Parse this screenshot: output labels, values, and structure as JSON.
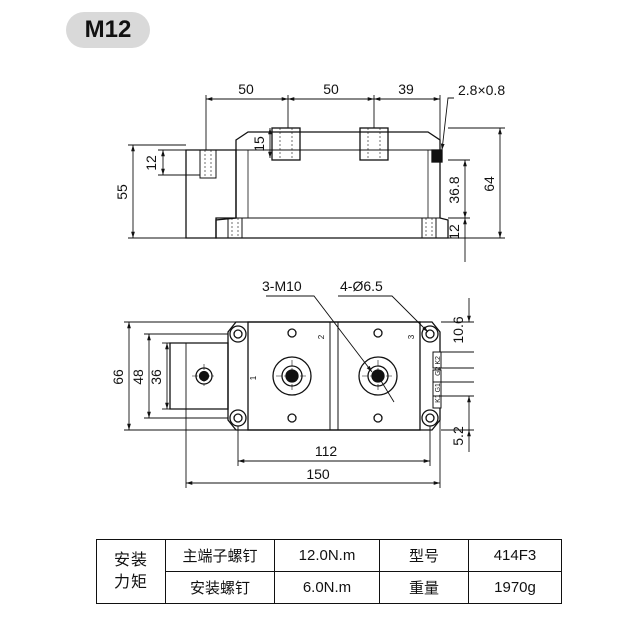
{
  "badge": "M12",
  "side_view": {
    "dims": {
      "d50a": "50",
      "d50b": "50",
      "d39": "39",
      "terminal": "2.8×0.8",
      "d12_left": "12",
      "d15": "15",
      "d55": "55",
      "d36_8": "36.8",
      "d64": "64",
      "d12_right": "12"
    }
  },
  "top_view": {
    "callouts": {
      "threads": "3-M10",
      "holes": "4-Ø6.5"
    },
    "dims": {
      "d66": "66",
      "d48": "48",
      "d36": "36",
      "d10_6": "10.6",
      "d5_2": "5.2",
      "d112": "112",
      "d150": "150"
    },
    "pin_labels": {
      "t1": "1",
      "t2": "2",
      "t3": "3",
      "g2k2": "G2 K2",
      "k1g1": "K1 G1"
    }
  },
  "table": {
    "merged_label_line1": "安装",
    "merged_label_line2": "力矩",
    "rows": [
      {
        "name": "主端子螺钉",
        "torque": "12.0N.m",
        "key": "型号",
        "value": "414F3"
      },
      {
        "name": "安装螺钉",
        "torque": "6.0N.m",
        "key": "重量",
        "value": "1970g"
      }
    ]
  }
}
